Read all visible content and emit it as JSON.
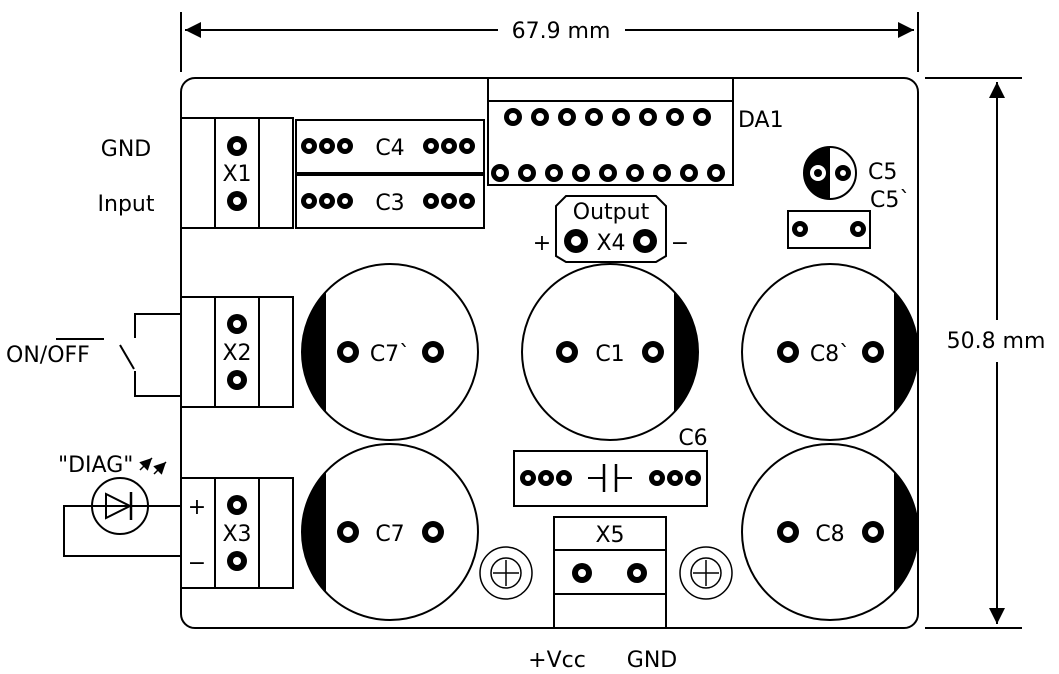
{
  "dimensions": {
    "width": "67.9 mm",
    "height": "50.8 mm"
  },
  "board_labels": {
    "gnd_input": "GND",
    "input": "Input",
    "on_off_on": "ON/",
    "on_off_off": "OFF",
    "diag": "\"DIAG\"",
    "vcc": "+Vcc",
    "gnd_power": "GND"
  },
  "components": {
    "x1": "X1",
    "x2": "X2",
    "x3": "X3",
    "x4": "X4",
    "x5": "X5",
    "c1": "C1",
    "c3": "C3",
    "c4": "C4",
    "c5": "C5",
    "c5p": "C5`",
    "c6": "C6",
    "c7": "C7",
    "c7p": "C7`",
    "c8": "C8",
    "c8p": "C8`",
    "da1": "DA1",
    "output": "Output"
  },
  "x3_pins": {
    "plus": "+",
    "minus": "−"
  },
  "x4_pins": {
    "plus": "+",
    "minus": "−"
  },
  "colors": {
    "ink": "#000000",
    "paper": "#ffffff"
  }
}
